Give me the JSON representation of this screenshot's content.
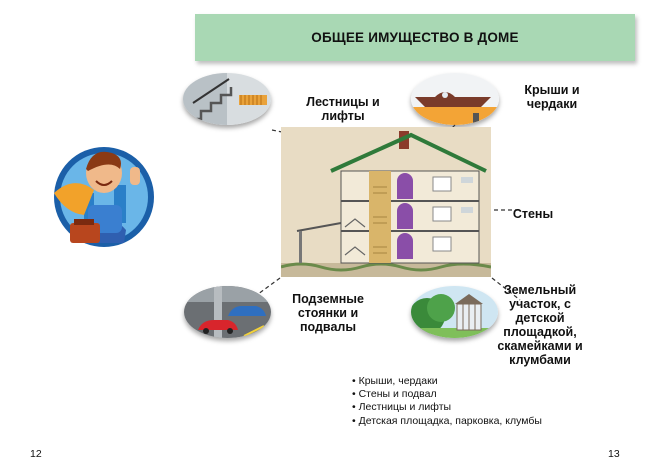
{
  "header": {
    "title": "ОБЩЕЕ ИМУЩЕСТВО В ДОМЕ"
  },
  "labels": {
    "stairs": [
      "Лестницы и",
      "лифты"
    ],
    "roofs": [
      "Крыши и",
      "чердаки"
    ],
    "walls": "Стены",
    "parking": [
      "Подземные",
      "стоянки  и",
      "подвалы"
    ],
    "land": [
      "Земельный",
      "участок, с",
      "детской",
      "площадкой,",
      "скамейками и",
      "клумбами"
    ]
  },
  "bullets": [
    "Крыши, чердаки",
    "Стены и подвал",
    "Лестницы и лифты",
    "Детская площадка, парковка, клумбы"
  ],
  "pages": {
    "left": "12",
    "right": "13"
  },
  "colors": {
    "banner": "#a9d8b4",
    "wall": "#e8dcc4",
    "roof": "#2f7a3a",
    "door": "#8a4ea8"
  }
}
